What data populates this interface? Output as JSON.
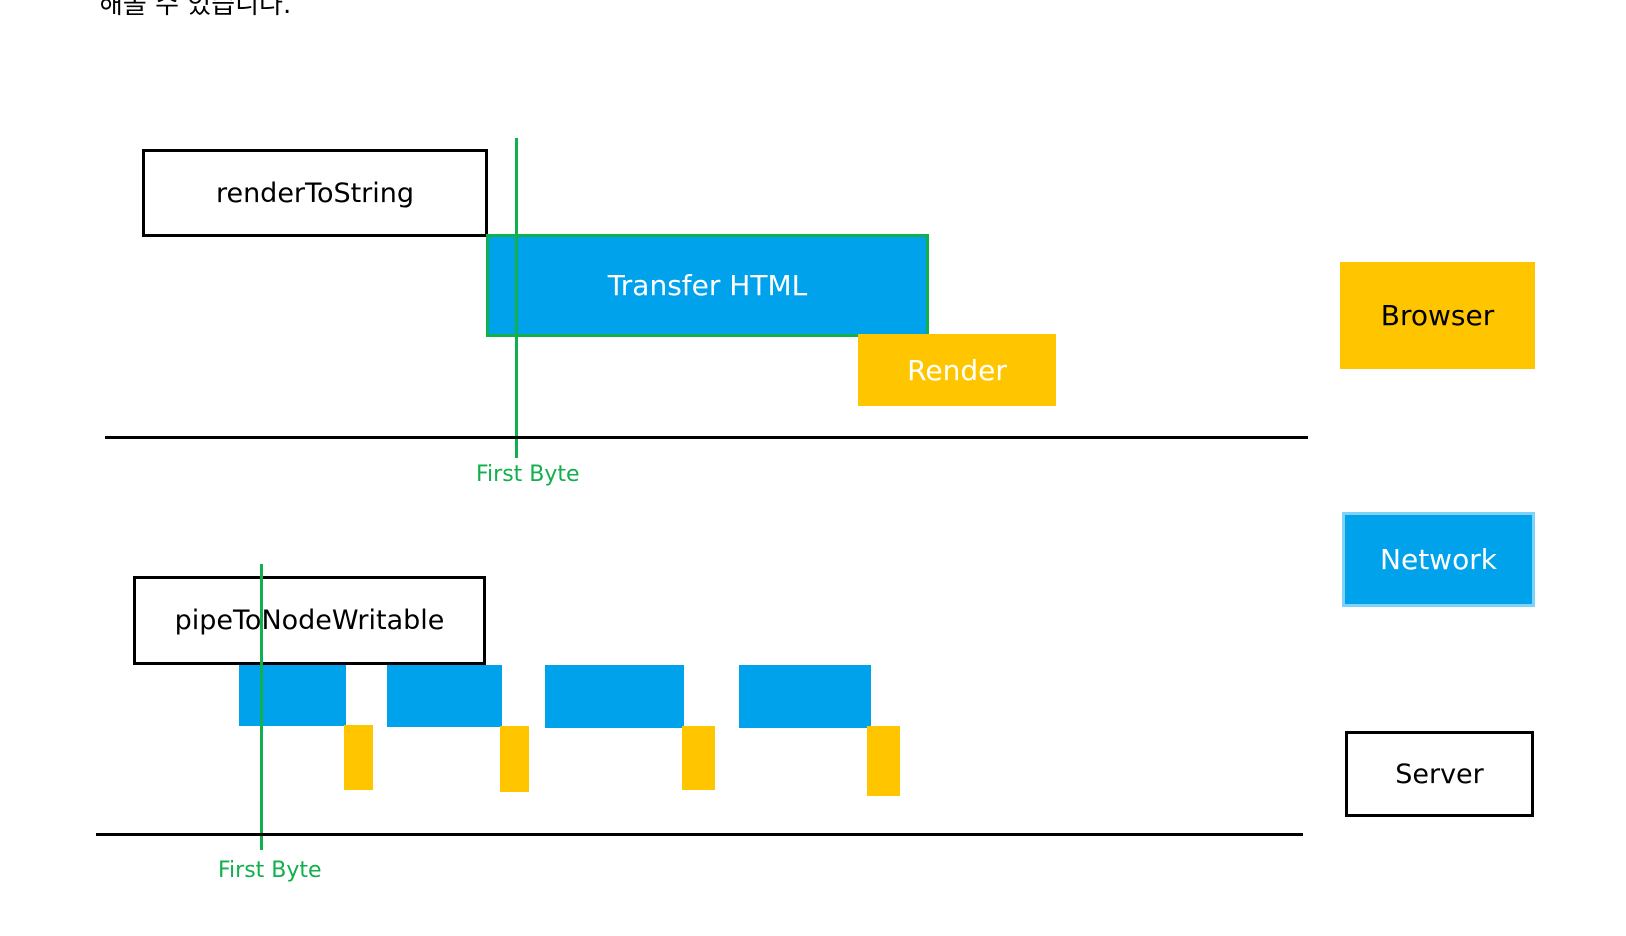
{
  "top_text": "해볼 수 있습니다.",
  "top_diagram": {
    "render_to_string_label": "renderToString",
    "transfer_html_label": "Transfer HTML",
    "render_label": "Render",
    "first_byte_label": "First Byte"
  },
  "bottom_diagram": {
    "pipe_label": "pipeToNodeWritable",
    "first_byte_label": "First Byte"
  },
  "legend": {
    "browser_label": "Browser",
    "network_label": "Network",
    "server_label": "Server"
  },
  "colors": {
    "network_blue": "#00a2ec",
    "browser_yellow": "#ffc600",
    "first_byte_green": "#11b04c",
    "server_border": "#000000"
  }
}
